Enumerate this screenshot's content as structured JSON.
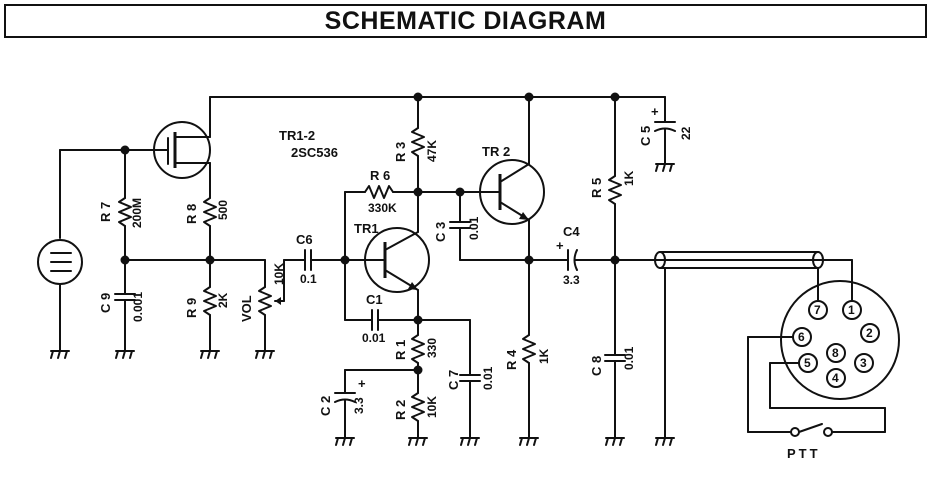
{
  "title": "SCHEMATIC DIAGRAM",
  "transistor_note": {
    "line1": "TR1-2",
    "line2": "2SC536"
  },
  "labels": {
    "tr1": "TR1",
    "tr2": "TR 2",
    "r1": "R 1",
    "r1_val": "330",
    "r2": "R 2",
    "r2_val": "10K",
    "r3": "R 3",
    "r3_val": "47K",
    "r4": "R 4",
    "r4_val": "1K",
    "r5": "R 5",
    "r5_val": "1K",
    "r6": "R 6",
    "r6_val": "330K",
    "r7": "R 7",
    "r7_val": "200M",
    "r8": "R 8",
    "r8_val": "500",
    "r9": "R 9",
    "r9_val": "2K",
    "vol": "VOL",
    "vol_val": "10K",
    "c1": "C1",
    "c1_val": "0.01",
    "c2": "C 2",
    "c2_val": "3.3",
    "c3": "C 3",
    "c3_val": "0.01",
    "c4": "C4",
    "c4_val": "3.3",
    "c5": "C 5",
    "c5_val": "22",
    "c6": "C6",
    "c6_val": "0.1",
    "c7": "C 7",
    "c7_val": "0.01",
    "c8": "C 8",
    "c8_val": "0.01",
    "c9": "C 9",
    "c9_val": "0.001",
    "plus": "+",
    "ptt": "PTT"
  },
  "connector_pins": [
    "7",
    "1",
    "6",
    "8",
    "2",
    "5",
    "3",
    "4"
  ]
}
